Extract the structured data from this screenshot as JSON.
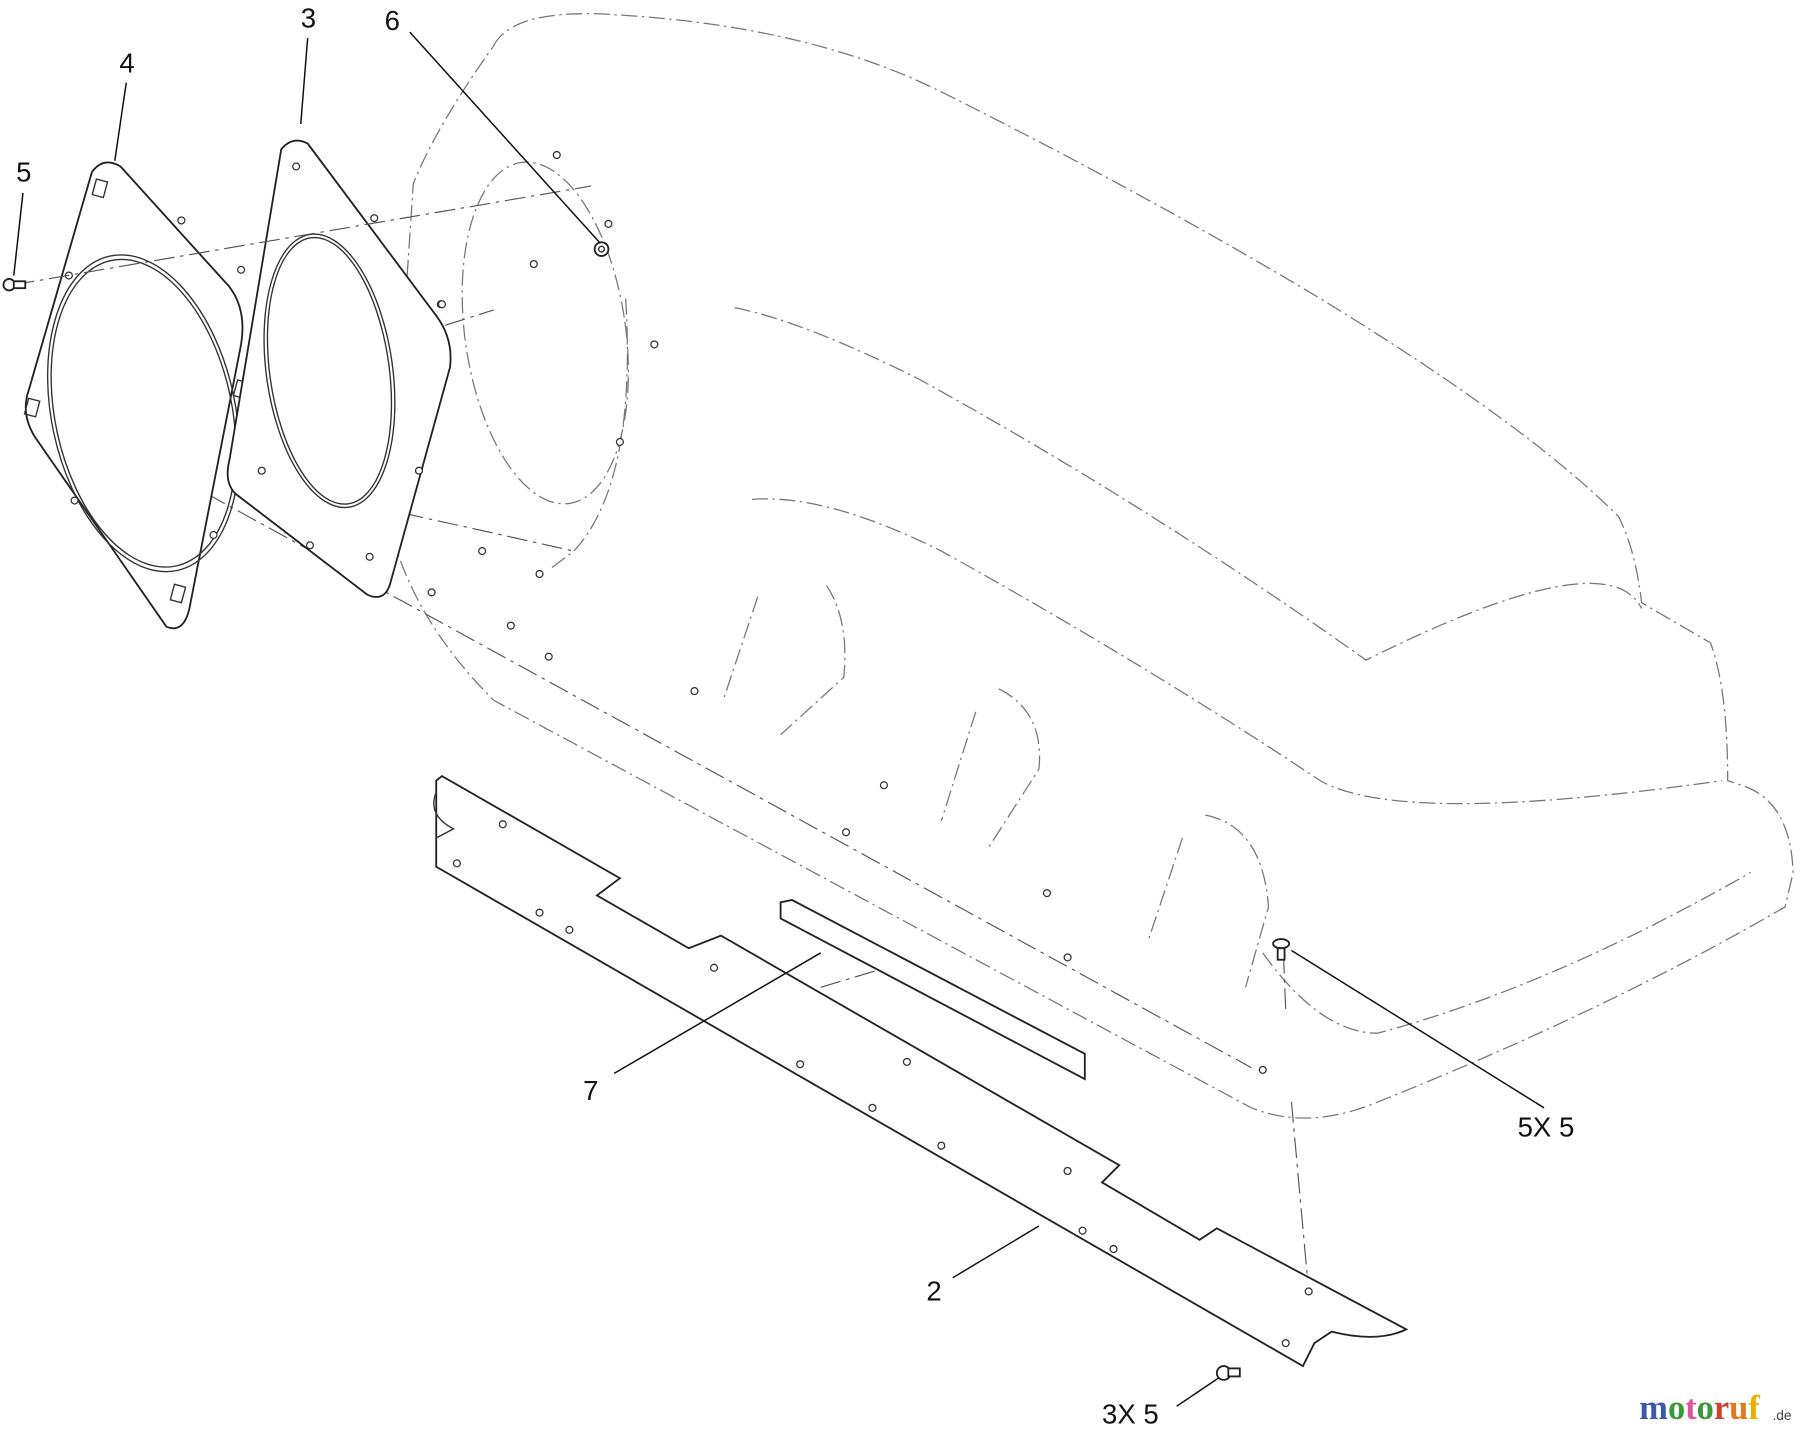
{
  "diagram": {
    "callouts": {
      "c5": "5",
      "c4": "4",
      "c3": "3",
      "c6": "6",
      "c7": "7",
      "c2": "2",
      "c5x5": "5X 5",
      "c3x5": "3X 5"
    },
    "watermark": {
      "text": "motoruf",
      "suffix": ".de",
      "letter_colors": [
        "#3b5ba8",
        "#3a9a3a",
        "#e0559a",
        "#3a9a3a",
        "#d0402a",
        "#e07a1a",
        "#e8b000"
      ]
    }
  }
}
